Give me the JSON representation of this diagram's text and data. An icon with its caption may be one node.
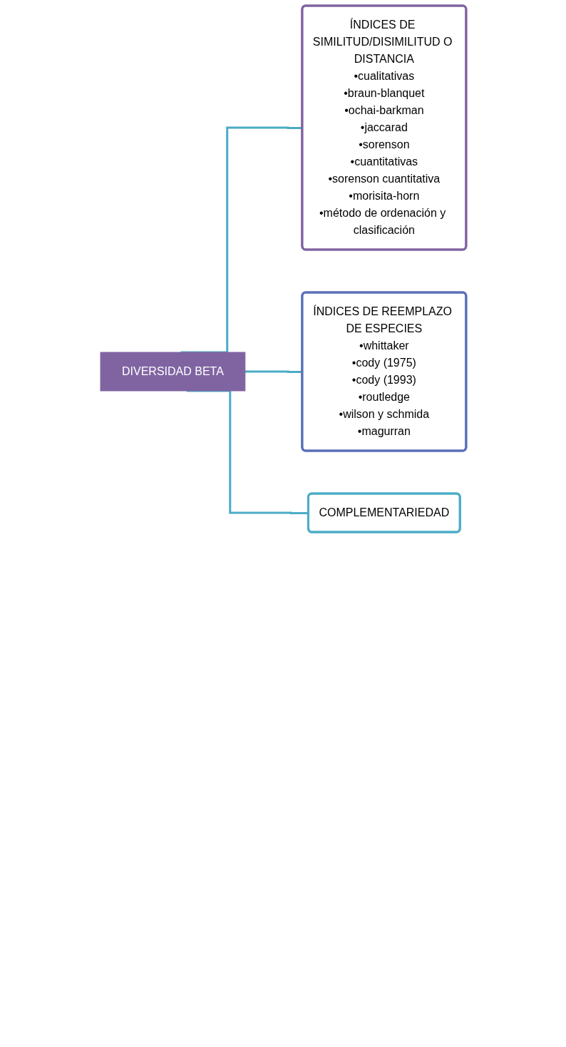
{
  "diagram": {
    "nodes": [
      {
        "text": [
          "DIVERSIDAD BETA"
        ]
      },
      {
        "text": [
          "ÍNDICES DE SIMILITUD/DISIMILITUD O DISTANCIA",
          "•cualitativas",
          "•braun-blanquet",
          "•ochai-barkman",
          "•jaccarad",
          "•sorenson",
          "•cuantitativas",
          "•sorenson cuantitativa",
          "•morisita-horn",
          "•método de ordenación y clasificación"
        ]
      },
      {
        "text": [
          "ÍNDICES DE REEMPLAZO DE ESPECIES",
          "•whittaker",
          "•cody (1975)",
          "•cody (1993)",
          "•routledge",
          "•wilson y schmida",
          "•magurran"
        ]
      },
      {
        "text": [
          "COMPLEMENTARIEDAD"
        ]
      }
    ],
    "edges": [
      {
        "from": 0,
        "to": 1,
        "arrow": "none"
      },
      {
        "from": 0,
        "to": 2,
        "arrow": "none"
      },
      {
        "from": 0,
        "to": 3,
        "arrow": "none"
      }
    ]
  }
}
